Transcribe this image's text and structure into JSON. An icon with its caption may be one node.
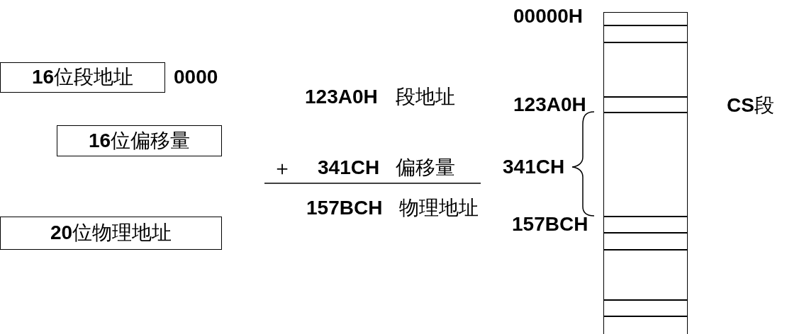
{
  "diagram": {
    "nodes": [
      {
        "text": [
          "**16**位段地址"
        ],
        "beside": [
          "0000"
        ]
      },
      {
        "text": [
          "**16**位偏移量"
        ]
      },
      {
        "text": [
          "**20**位物理地址"
        ]
      },
      {
        "text": [],
        "shape": "box"
      },
      {
        "text": [],
        "shape": "box"
      },
      {
        "text": [],
        "shape": "box"
      },
      {
        "text": [],
        "shape": "box"
      },
      {
        "text": [],
        "shape": "box"
      },
      {
        "text": [],
        "shape": "box"
      },
      {
        "text": [],
        "shape": "box"
      },
      {
        "text": [],
        "shape": "box"
      },
      {
        "text": [],
        "shape": "box"
      },
      {
        "text": [],
        "shape": "box"
      }
    ],
    "labels": [
      "00000H",
      "123A0H",
      "段地址",
      "123A0H",
      "**CS**段",
      "＋",
      "341CH",
      "偏移量",
      "341CH",
      "157BCH",
      "物理地址",
      "157BCH"
    ]
  }
}
